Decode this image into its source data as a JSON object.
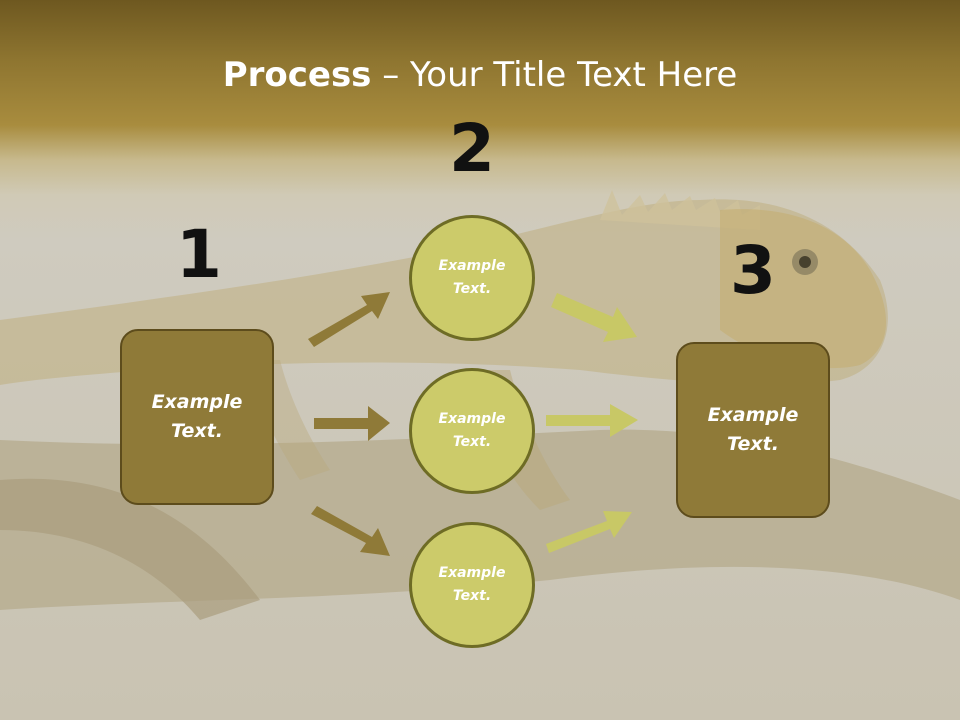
{
  "title": {
    "bold": "Process",
    "rest": " – Your Title Text Here"
  },
  "numbers": {
    "one": "1",
    "two": "2",
    "three": "3"
  },
  "left_box": "Example Text.",
  "right_box": "Example Text.",
  "circles": [
    "Example Text.",
    "Example Text.",
    "Example Text."
  ],
  "colors": {
    "box": "#8f7a38",
    "circle": "#cccb6a",
    "left_arrows": "#8f7a38",
    "right_arrows": "#c8c866"
  }
}
